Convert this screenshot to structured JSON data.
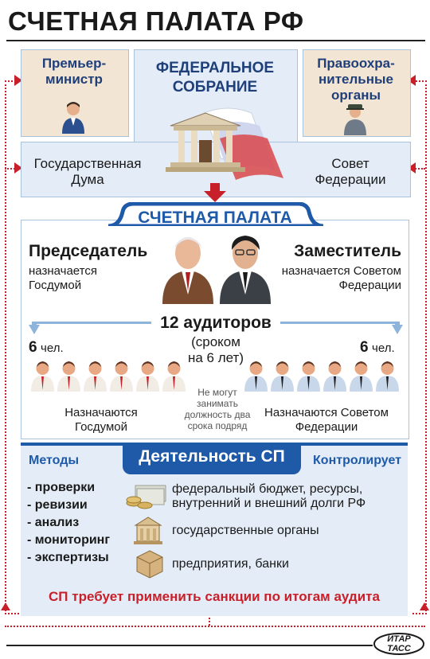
{
  "header": {
    "title": "СЧЕТНАЯ ПАЛАТА РФ"
  },
  "federal": {
    "premier": "Премьер-министр",
    "assembly": "ФЕДЕРАЛЬНОЕ СОБРАНИЕ",
    "law": "Правоохра-нительные органы",
    "duma": "Государственная Дума",
    "council": "Совет Федерации"
  },
  "chamber": {
    "title": "СЧЕТНАЯ ПАЛАТА",
    "chair_title": "Председатель",
    "chair_sub": "назначается Госдумой",
    "deputy_title": "Заместитель",
    "deputy_sub": "назначается Советом Федерации",
    "auditors_line1": "12 аудиторов",
    "auditors_line2": "(сроком",
    "auditors_line3": "на 6 лет)",
    "left_count": "6",
    "left_unit": "чел.",
    "right_count": "6",
    "right_unit": "чел.",
    "left_appoint": "Назначаются Госдумой",
    "right_appoint": "Назначаются Советом Федерации",
    "term_note": "Не могут занимать должность два срока подряд"
  },
  "activity": {
    "title": "Деятельность СП",
    "methods_title": "Методы",
    "controls_title": "Контролирует",
    "methods": [
      "- проверки",
      "- ревизии",
      "- анализ",
      "- мониторинг",
      "- экспертизы"
    ],
    "controls": [
      "федеральный бюджет, ресурсы, внутренний и внешний долги РФ",
      "государственные органы",
      "предприятия, банки"
    ],
    "sanction": "СП требует применить санкции по итогам аудита"
  },
  "footer": {
    "logo_line1": "ИТАР",
    "logo_line2": "ТАСС"
  },
  "colors": {
    "accent_blue": "#1e5aa8",
    "accent_red": "#c8202a",
    "pale_box": "#f3e5d3",
    "blue_box": "#e4edf7"
  }
}
